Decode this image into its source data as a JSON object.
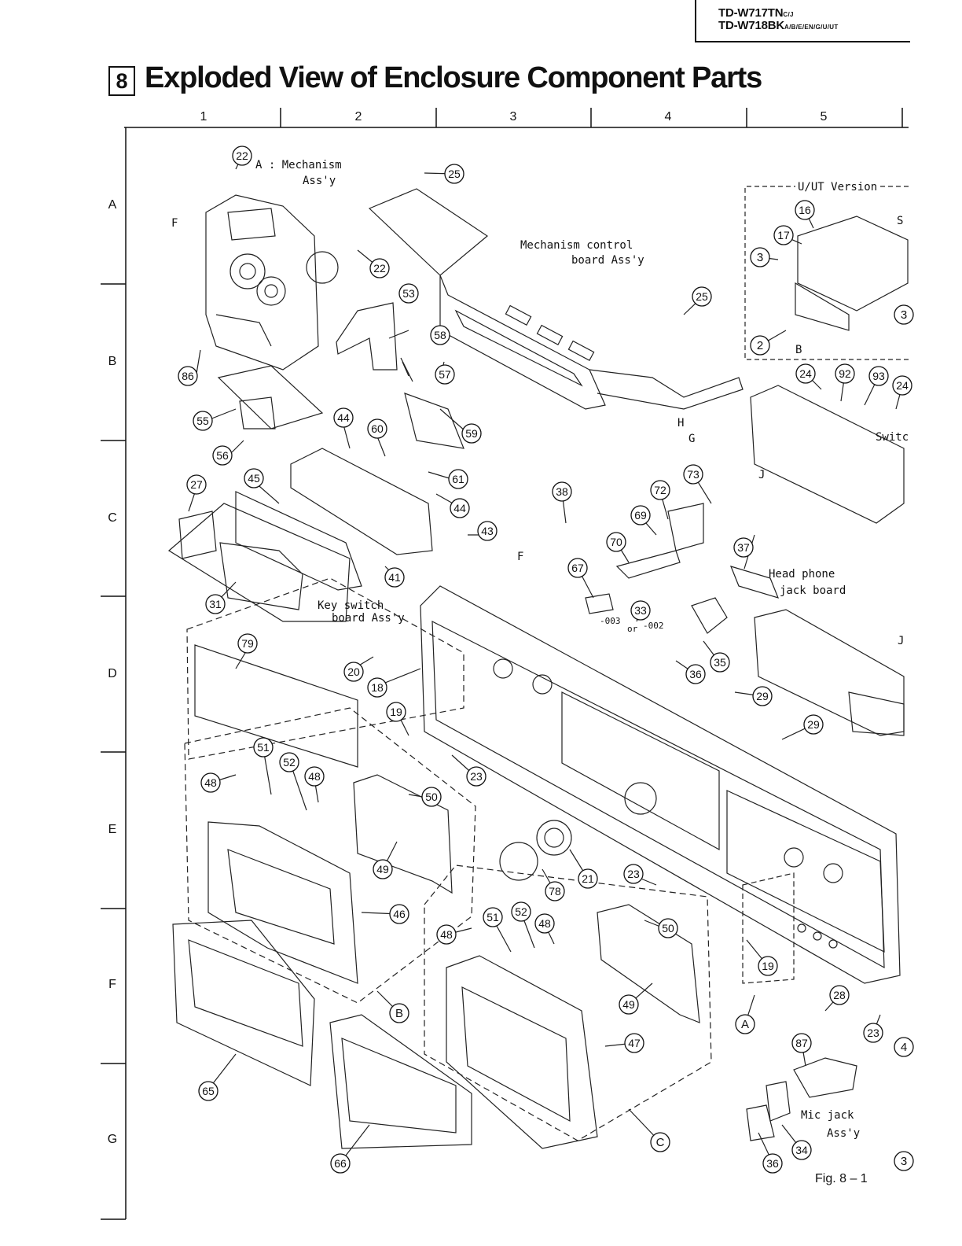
{
  "header": {
    "models": [
      {
        "name": "TD-W717TN",
        "suffix": "C/J"
      },
      {
        "name": "TD-W718BK",
        "suffix": "A/B/E/EN/G/U/UT"
      }
    ]
  },
  "section": {
    "number": "8",
    "title": "Exploded View of Enclosure Component Parts"
  },
  "grid": {
    "columns": [
      "1",
      "2",
      "3",
      "4",
      "5"
    ],
    "rows": [
      "A",
      "B",
      "C",
      "D",
      "E",
      "F",
      "G"
    ]
  },
  "annotations": {
    "mechanism_a": "A : Mechanism",
    "mechanism_assy": "Ass'y",
    "mech_control_1": "Mechanism  control",
    "mech_control_2": "board  Ass'y",
    "uut_version": "U/UT  Version",
    "key_switch_1": "Key switch",
    "key_switch_2": "board  Ass'y",
    "head_phone_1": "Head phone",
    "head_phone_2": "jack board",
    "mic_jack_1": "Mic jack",
    "mic_jack_2": "Ass'y",
    "switch_cut": "Switc",
    "sc_cut": "S",
    "letter_F1": "F",
    "letter_F2": "F",
    "letter_H": "H",
    "letter_G": "G",
    "letter_B": "B",
    "letter_J1": "J",
    "letter_J2": "J",
    "variant_003": "-003",
    "variant_or": "or",
    "variant_002": "-002"
  },
  "callouts": [
    "22",
    "25",
    "22",
    "53",
    "58",
    "57",
    "86",
    "55",
    "56",
    "44",
    "60",
    "59",
    "61",
    "27",
    "45",
    "44",
    "43",
    "41",
    "31",
    "79",
    "20",
    "18",
    "19",
    "23",
    "51",
    "52",
    "48",
    "48",
    "50",
    "49",
    "46",
    "65",
    "66",
    "B",
    "51",
    "52",
    "48",
    "48",
    "50",
    "49",
    "47",
    "C",
    "78",
    "21",
    "23",
    "38",
    "72",
    "73",
    "69",
    "70",
    "67",
    "33",
    "36",
    "35",
    "37",
    "29",
    "29",
    "25",
    "16",
    "17",
    "3",
    "3",
    "2",
    "24",
    "92",
    "93",
    "24",
    "19",
    "A",
    "28",
    "23",
    "87",
    "34",
    "36",
    "4",
    "3"
  ],
  "figure_label": "Fig. 8 – 1"
}
